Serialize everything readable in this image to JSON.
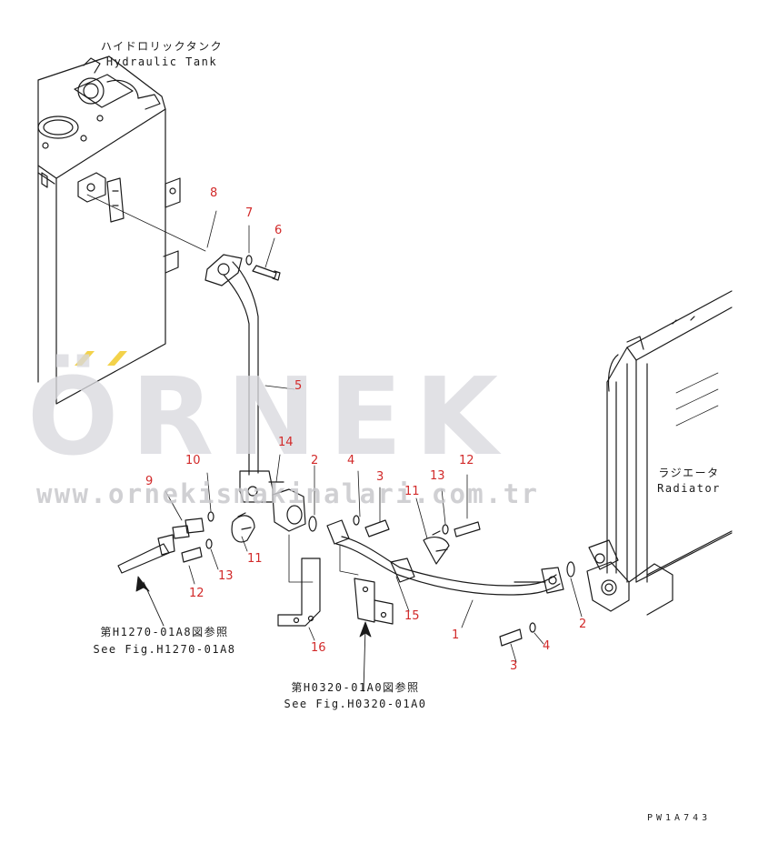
{
  "labels": {
    "tank_jp": "ハイドロリックタンク",
    "tank_en": "Hydraulic Tank",
    "radiator_jp": "ラジエータ",
    "radiator_en": "Radiator",
    "ref_a_jp": "第H1270-01A8図参照",
    "ref_a_en": "See Fig.H1270-01A8",
    "ref_b_jp": "第H0320-01A0図参照",
    "ref_b_en": "See Fig.H0320-01A0",
    "drawing_code": "PW1A743"
  },
  "callouts": [
    {
      "id": "8",
      "text": "8"
    },
    {
      "id": "7",
      "text": "7"
    },
    {
      "id": "6",
      "text": "6"
    },
    {
      "id": "5",
      "text": "5"
    },
    {
      "id": "10",
      "text": "10"
    },
    {
      "id": "14",
      "text": "14"
    },
    {
      "id": "2a",
      "text": "2"
    },
    {
      "id": "4a",
      "text": "4"
    },
    {
      "id": "3a",
      "text": "3"
    },
    {
      "id": "12a",
      "text": "12"
    },
    {
      "id": "13a",
      "text": "13"
    },
    {
      "id": "11a",
      "text": "11"
    },
    {
      "id": "9",
      "text": "9"
    },
    {
      "id": "11b",
      "text": "11"
    },
    {
      "id": "13b",
      "text": "13"
    },
    {
      "id": "12b",
      "text": "12"
    },
    {
      "id": "16",
      "text": "16"
    },
    {
      "id": "15",
      "text": "15"
    },
    {
      "id": "1",
      "text": "1"
    },
    {
      "id": "2b",
      "text": "2"
    },
    {
      "id": "4b",
      "text": "4"
    },
    {
      "id": "3b",
      "text": "3"
    }
  ],
  "watermark": {
    "brand": "ÖRNEK",
    "url": "www.ornekismakinalari.com.tr"
  },
  "colors": {
    "line": "#1a1a1a",
    "callout": "#d22a2a",
    "watermark": "#d9d9de",
    "accent": "#f3d24a"
  }
}
